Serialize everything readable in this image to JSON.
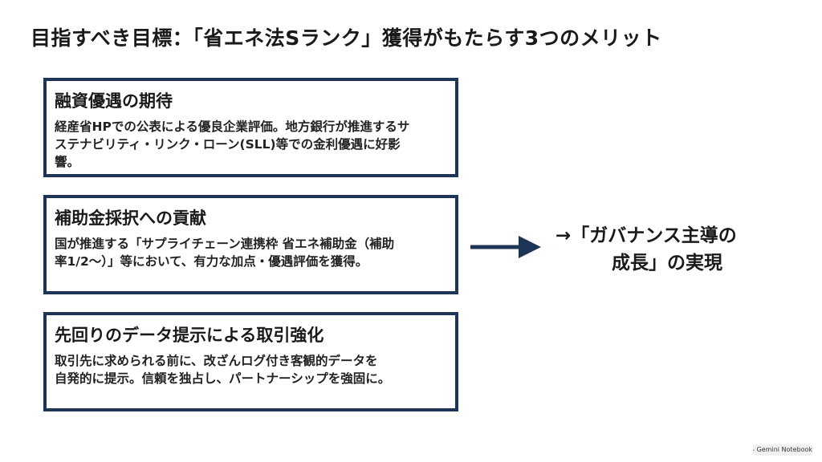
{
  "title": "目指すべき目標：「省エネ法Sランク」獲得がもたらす3つのメリット",
  "cards": [
    {
      "title": "融資優遇の期待",
      "lines": [
        "経産省HPでの公表による優良企業評価。地方銀行が推進するサ",
        "ステナビリティ・リンク・ローン(SLL)等での金利優遇に好影",
        "響。"
      ]
    },
    {
      "title": "補助金採択への貢献",
      "lines": [
        "国が推進する「サプライチェーン連携枠 省エネ補助金（補助",
        "率1/2〜）」等において、有力な加点・優遇評価を獲得。"
      ]
    },
    {
      "title": "先回りのデータ提示による取引強化",
      "lines": [
        "取引先に求められる前に、改ざんログ付き客観的データを",
        "自発的に提示。信頼を独占し、パートナーシップを強固に。"
      ]
    }
  ],
  "result": {
    "line1": "→「ガバナンス主導の",
    "line2": "成長」の実現"
  },
  "badge": {
    "label": "Gemini Notebook",
    "icon": "notebook-icon"
  },
  "colors": {
    "accent": "#1f3558",
    "text": "#1a1a1a",
    "background": "#ffffff"
  }
}
